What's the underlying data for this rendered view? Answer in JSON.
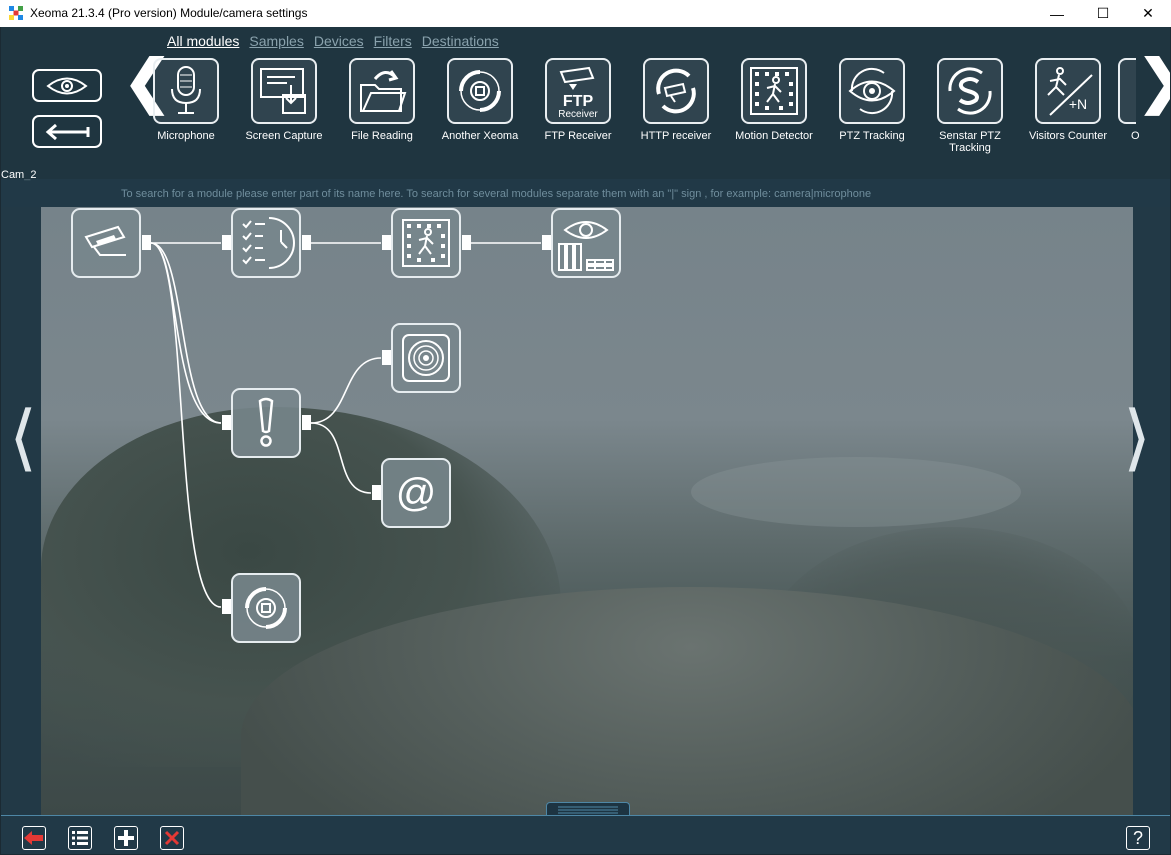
{
  "window": {
    "title": "Xeoma 21.3.4 (Pro version) Module/camera settings",
    "minimize": "—",
    "maximize": "☐",
    "close": "✕"
  },
  "tabs": [
    {
      "label": "All modules",
      "active": true
    },
    {
      "label": "Samples"
    },
    {
      "label": "Devices"
    },
    {
      "label": "Filters"
    },
    {
      "label": "Destinations"
    }
  ],
  "camera_label": "Cam_2",
  "modules": [
    {
      "label": "Microphone",
      "icon": "microphone-icon"
    },
    {
      "label": "Screen Capture",
      "icon": "screen-capture-icon"
    },
    {
      "label": "File Reading",
      "icon": "file-reading-icon"
    },
    {
      "label": "Another Xeoma",
      "icon": "another-xeoma-icon"
    },
    {
      "label": "FTP Receiver",
      "icon": "ftp-receiver-icon",
      "icon_text_1": "FTP",
      "icon_text_2": "Receiver"
    },
    {
      "label": "HTTP receiver",
      "icon": "http-receiver-icon"
    },
    {
      "label": "Motion Detector",
      "icon": "motion-detector-icon"
    },
    {
      "label": "PTZ Tracking",
      "icon": "ptz-tracking-icon"
    },
    {
      "label": "Senstar PTZ Tracking",
      "icon": "senstar-ptz-tracking-icon"
    },
    {
      "label": "Visitors Counter",
      "icon": "visitors-counter-icon",
      "icon_text": "+N"
    },
    {
      "label": "O",
      "icon": "truncated-module-icon"
    }
  ],
  "search_hint": "To search for a module please enter part of its name here. To search for several modules separate them with an \"|\" sign , for example: camera|microphone",
  "chain_nodes": [
    {
      "name": "camera-node",
      "icon": "camera-icon"
    },
    {
      "name": "scheduler-node",
      "icon": "scheduler-icon"
    },
    {
      "name": "motion-detector-node",
      "icon": "motion-detector-icon"
    },
    {
      "name": "preview-archive-node",
      "icon": "preview-archive-icon"
    },
    {
      "name": "sound-alarm-node",
      "icon": "speaker-icon"
    },
    {
      "name": "problems-detector-node",
      "icon": "exclamation-icon"
    },
    {
      "name": "email-node",
      "icon": "at-icon",
      "icon_text": "@"
    },
    {
      "name": "another-xeoma-node",
      "icon": "another-xeoma-icon"
    }
  ],
  "colors": {
    "accent": "#4e87a6",
    "delete": "#e53935",
    "back": "#e53935"
  },
  "bottom_buttons": [
    {
      "name": "back-button",
      "icon": "red-back-arrow-icon"
    },
    {
      "name": "list-button",
      "icon": "list-icon"
    },
    {
      "name": "add-button",
      "icon": "plus-icon"
    },
    {
      "name": "delete-button",
      "icon": "red-x-icon"
    },
    {
      "name": "help-button",
      "icon": "question-icon",
      "text": "?"
    }
  ]
}
